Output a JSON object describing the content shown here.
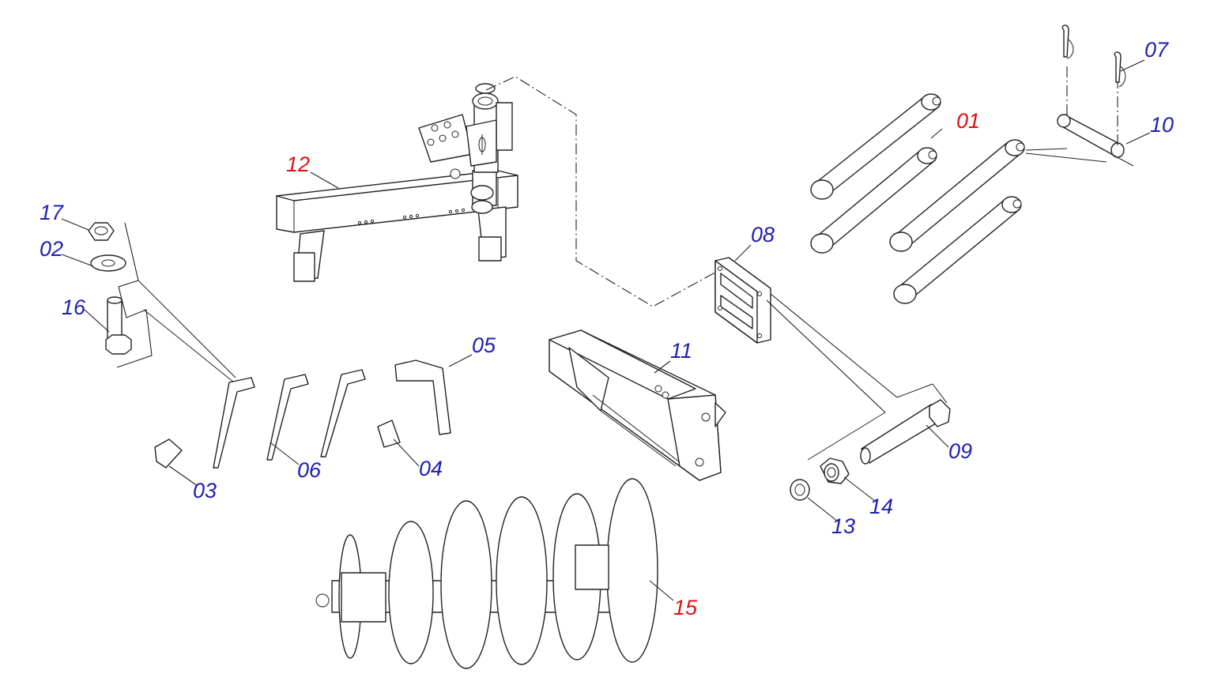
{
  "colors": {
    "standard_label": "#1f1fb4",
    "highlight_label": "#e01010",
    "line": "#222222"
  },
  "parts": [
    {
      "number": "01",
      "highlight": true
    },
    {
      "number": "02",
      "highlight": false
    },
    {
      "number": "03",
      "highlight": false
    },
    {
      "number": "04",
      "highlight": false
    },
    {
      "number": "05",
      "highlight": false
    },
    {
      "number": "06",
      "highlight": false
    },
    {
      "number": "07",
      "highlight": false
    },
    {
      "number": "08",
      "highlight": false
    },
    {
      "number": "09",
      "highlight": false
    },
    {
      "number": "10",
      "highlight": false
    },
    {
      "number": "11",
      "highlight": false
    },
    {
      "number": "12",
      "highlight": true
    },
    {
      "number": "13",
      "highlight": false
    },
    {
      "number": "14",
      "highlight": false
    },
    {
      "number": "15",
      "highlight": true
    },
    {
      "number": "16",
      "highlight": false
    },
    {
      "number": "17",
      "highlight": false
    }
  ]
}
